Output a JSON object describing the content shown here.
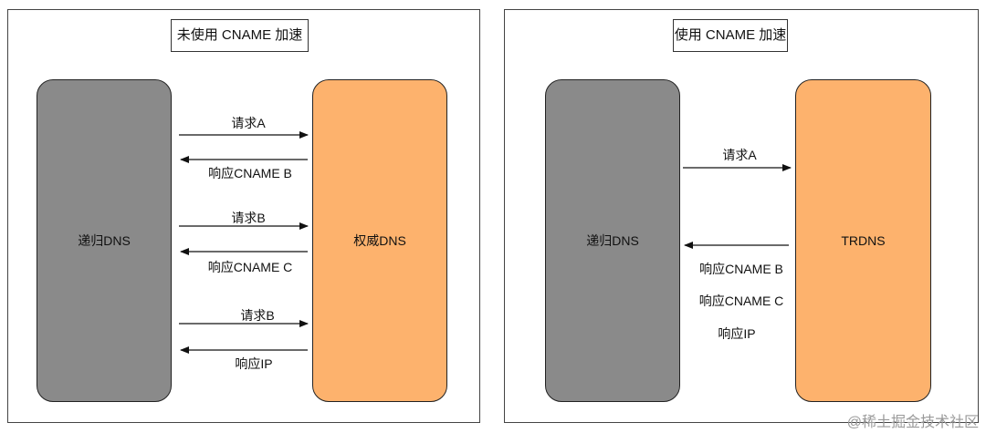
{
  "left": {
    "title": "未使用 CNAME 加速",
    "resolver": "递归DNS",
    "authority": "权威DNS",
    "messages": [
      {
        "text": "请求A",
        "dir": "right"
      },
      {
        "text": "响应CNAME B",
        "dir": "left"
      },
      {
        "text": "请求B",
        "dir": "right"
      },
      {
        "text": "响应CNAME C",
        "dir": "left"
      },
      {
        "text": "请求B",
        "dir": "right"
      },
      {
        "text": "响应IP",
        "dir": "left"
      }
    ]
  },
  "right": {
    "title": "使用 CNAME 加速",
    "resolver": "递归DNS",
    "authority": "TRDNS",
    "request": "请求A",
    "responses": [
      "响应CNAME B",
      "响应CNAME C",
      "响应IP"
    ]
  },
  "watermark": "@稀土掘金技术社区",
  "colors": {
    "resolver": "#8a8a8a",
    "authority": "#fdb26d"
  }
}
